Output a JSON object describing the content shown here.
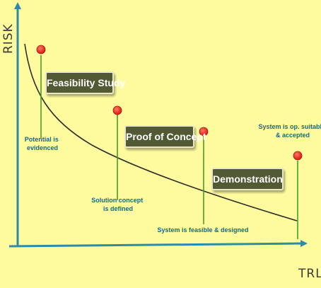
{
  "axes": {
    "y_label": "RISK",
    "x_label": "TRL"
  },
  "stages": [
    {
      "label": "Feasibility Study"
    },
    {
      "label": "Proof of Concept"
    },
    {
      "label": "Demonstration"
    }
  ],
  "milestones": [
    {
      "lines": [
        "Potential is",
        "evidenced"
      ]
    },
    {
      "lines": [
        "Solution concept",
        "is defined"
      ]
    },
    {
      "lines": [
        "System is feasible & designed"
      ]
    },
    {
      "lines": [
        "System is op. suitable",
        "& accepted"
      ]
    }
  ],
  "colors": {
    "background": "#fefb9f",
    "axis": "#2c8ba8",
    "curve": "#2e2e26",
    "marker": "#e8231a",
    "stem": "#4a9a2a",
    "box": "#525a33",
    "annotation": "#0f6a8e"
  }
}
